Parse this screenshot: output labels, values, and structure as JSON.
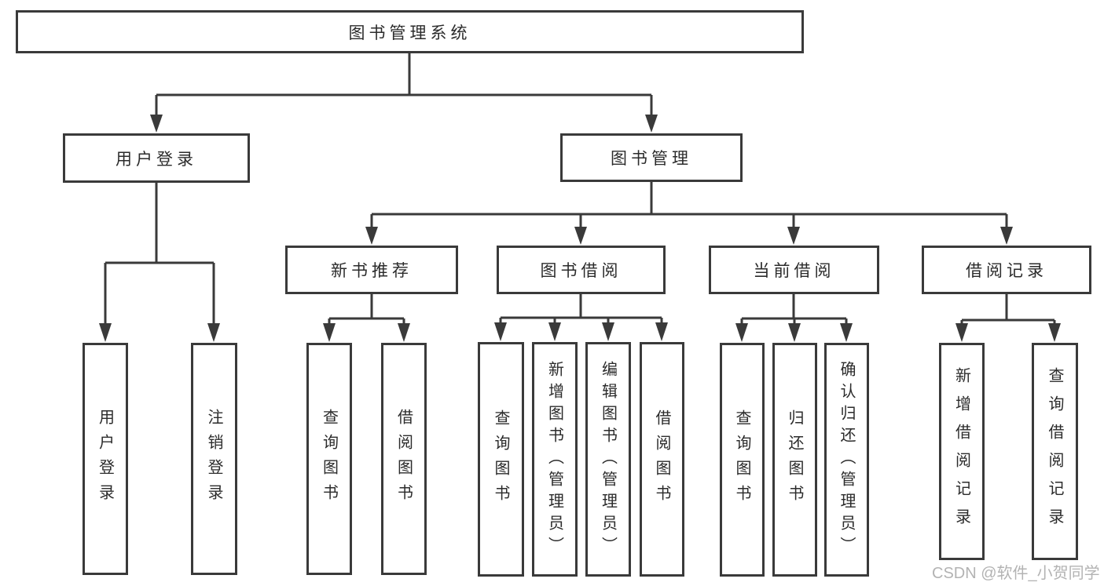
{
  "diagram": {
    "root": {
      "label": "图书管理系统"
    },
    "branches": [
      {
        "label": "用户登录",
        "children": [
          {
            "label": "用户登录"
          },
          {
            "label": "注销登录"
          }
        ]
      },
      {
        "label": "图书管理",
        "children": [
          {
            "label": "新书推荐",
            "children": [
              {
                "label": "查询图书"
              },
              {
                "label": "借阅图书"
              }
            ]
          },
          {
            "label": "图书借阅",
            "children": [
              {
                "label": "查询图书"
              },
              {
                "label": "新增图书（管理员）"
              },
              {
                "label": "编辑图书（管理员）"
              },
              {
                "label": "借阅图书"
              }
            ]
          },
          {
            "label": "当前借阅",
            "children": [
              {
                "label": "查询图书"
              },
              {
                "label": "归还图书"
              },
              {
                "label": "确认归还（管理员）"
              }
            ]
          },
          {
            "label": "借阅记录",
            "children": [
              {
                "label": "新增借阅记录"
              },
              {
                "label": "查询借阅记录"
              }
            ]
          }
        ]
      }
    ]
  },
  "watermark": {
    "text": "CSDN @软件_小贺同学"
  },
  "colors": {
    "line": "#3a3a3a",
    "text": "#2b2b2b",
    "watermark": "#b3b3b3",
    "background": "#ffffff"
  }
}
